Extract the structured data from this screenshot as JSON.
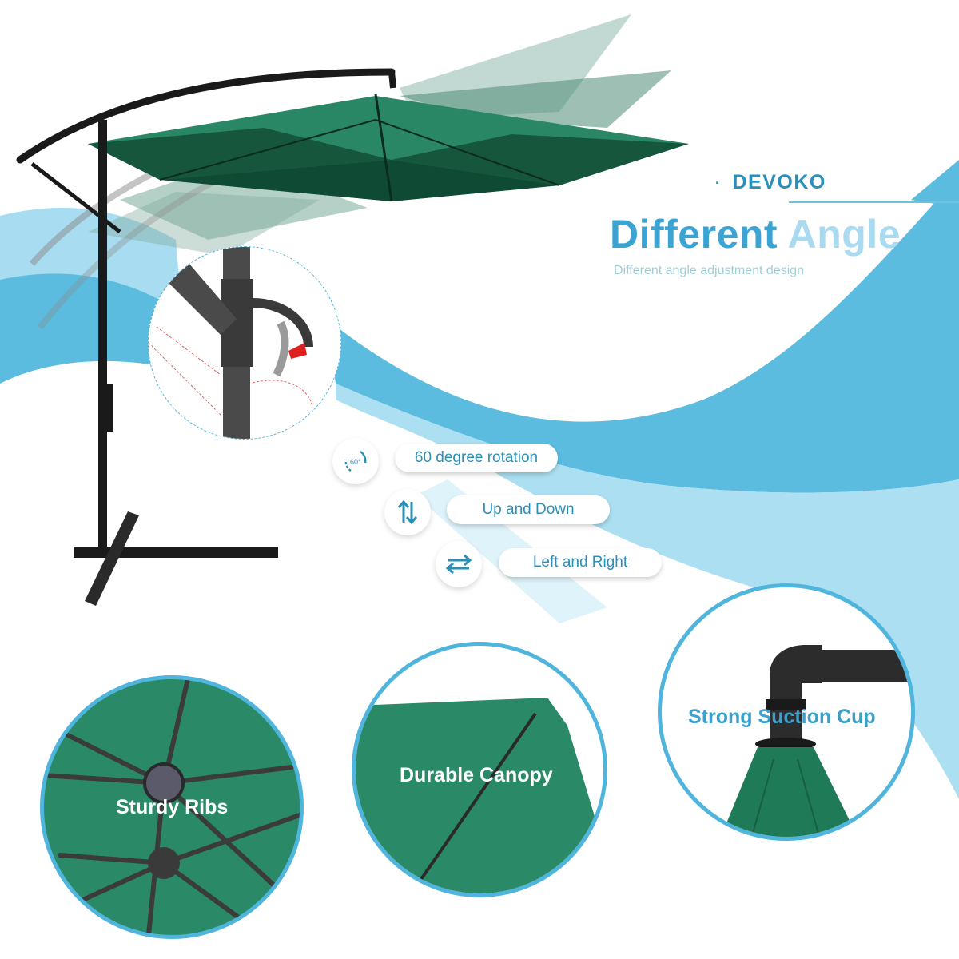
{
  "header": {
    "brand": "DEVOKO",
    "brand_bullet": "·",
    "headline_part1": "Different",
    "headline_part2": "Angle",
    "subheadline": "Different angle adjustment design"
  },
  "features": [
    {
      "icon": "rotate-60-icon",
      "icon_text": "60°",
      "label": "60 degree rotation"
    },
    {
      "icon": "up-down-arrows-icon",
      "label": "Up and Down"
    },
    {
      "icon": "left-right-arrows-icon",
      "label": "Left and Right"
    }
  ],
  "details": [
    {
      "name": "sturdy-ribs",
      "label": "Sturdy Ribs"
    },
    {
      "name": "durable-canopy",
      "label": "Durable Canopy"
    },
    {
      "name": "strong-suction-cup",
      "label": "Strong Suction Cup"
    }
  ],
  "colors": {
    "accent_blue": "#3ba4d3",
    "light_blue": "#a9daf0",
    "wave_mid": "#5bbcdf",
    "wave_light": "#abdff1",
    "canopy_green": "#1f7a57",
    "canopy_dark": "#0f4a34",
    "frame_black": "#1a1a1a"
  }
}
